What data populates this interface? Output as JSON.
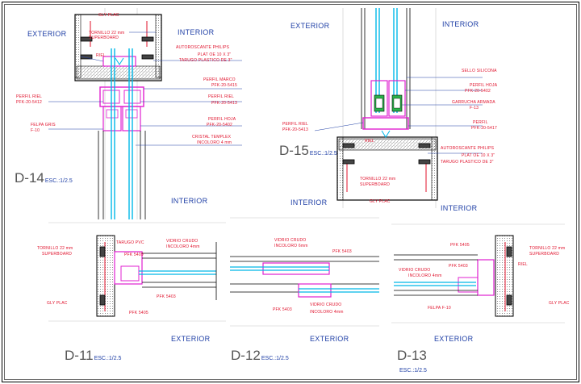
{
  "palette": {
    "frame": "#000000",
    "profile": "#e020d0",
    "glass": "#00b8e8",
    "note": "#e0102a",
    "label": "#1f3fa6",
    "title": "#555555",
    "cross": "#c8c8c8"
  },
  "views": {
    "d14": {
      "title": "D-14",
      "scale": "ESC.:1/2.5"
    },
    "d15": {
      "title": "D-15",
      "scale": "ESC.:1/2.5"
    },
    "d11": {
      "title": "D-11",
      "scale": "ESC.:1/2.5"
    },
    "d12": {
      "title": "D-12",
      "scale": "ESC.:1/2.5"
    },
    "d13": {
      "title": "D-13",
      "scale": "ESC.:1/2.5"
    }
  },
  "labels": {
    "exterior_tl": "EXTERIOR",
    "interior_tl": "INTERIOR",
    "interior_d14": "INTERIOR",
    "exterior_d15": "EXTERIOR",
    "interior_d15_top": "INTERIOR",
    "interior_d15_l": "INTERIOR",
    "interior_d15_r": "INTERIOR",
    "exterior_d11": "EXTERIOR",
    "exterior_d12": "EXTERIOR",
    "exterior_d13": "EXTERIOR"
  },
  "notes": {
    "d14_gly": "GLY PLAC",
    "d14_torn1": "TORNILLO 22 mm",
    "d14_torn2": "SUPERBOARD",
    "d14_riel": "RIEL",
    "d14_auto1": "AUTOROSCANTE PHILIPS",
    "d14_auto2": "PLAT OE 10 X 3\"",
    "d14_auto3": "TARUGO PLASTICO DE 3\"",
    "d14_marco1": "PERFIL MARCO",
    "d14_marco2": "PFK-20-5415",
    "d14_priel1": "PERFIL RIEL",
    "d14_priel2": "PFK-20-5413",
    "d14_lriel1": "PERFIL RIEL",
    "d14_lriel2": "PFK-20-5412",
    "d14_hoja1": "PERFIL HOJA",
    "d14_hoja2": "PFK-20-5402",
    "d14_felpa1": "FELPA GRIS",
    "d14_felpa2": "F-10",
    "d14_crist1": "CRISTAL TEMPLEX",
    "d14_crist2": "INCOLORO 4 mm",
    "d15_sello": "SELLO SILICONA",
    "d15_hoja1": "PERFIL HOJA",
    "d15_hoja2": "PFK-20-5402",
    "d15_garr1": "GARRUCHA ARMADA",
    "d15_garr2": "F-13",
    "d15_perf1": "PERFIL",
    "d15_perf2": "PFK-20-5417",
    "d15_riel1": "PERFIL RIEL",
    "d15_riel2": "PFK-20-5413",
    "d15_riel": "RIEL",
    "d15_auto1": "AUTOROSCANTE PHILIPS",
    "d15_auto2": "PLAT OE 10 X 3\"",
    "d15_auto3": "TARUGO PLASTICO DE 3\"",
    "d15_torn1": "TORNILLO 22 mm",
    "d15_torn2": "SUPERBOARD",
    "d15_gly": "GLY PLAC",
    "d11_torn1": "TORNILLO 22 mm",
    "d11_torn2": "SUPERBOARD",
    "d11_tarugo": "TARUGO PVC",
    "d11_vid1": "VIDRIO CRUDO",
    "d11_vid2": "INCOLORO 4mm",
    "d11_p409": "PFK 5409",
    "d11_p403": "PFK 5403",
    "d11_p405": "PFK 5405",
    "d11_gly": "GLY PLAC",
    "d12_vid1": "VIDRIO CRUDO",
    "d12_vid2": "INCOLORO 6mm",
    "d12_p403a": "PFK 5403",
    "d12_p403b": "PFK 5403",
    "d12_vidb1": "VIDRIO CRUDO",
    "d12_vidb2": "INCOLORO 4mm",
    "d13_p405": "PFK 5405",
    "d13_p403": "PFK 5403",
    "d13_vid1": "VIDRIO CRUDO",
    "d13_vid2": "INCOLORO 4mm",
    "d13_felpa": "FELPA F-10",
    "d13_torn1": "TORNILLO 22 mm",
    "d13_torn2": "SUPERBOARD",
    "d13_riel": "RIEL",
    "d13_gly": "GLY PLAC"
  }
}
